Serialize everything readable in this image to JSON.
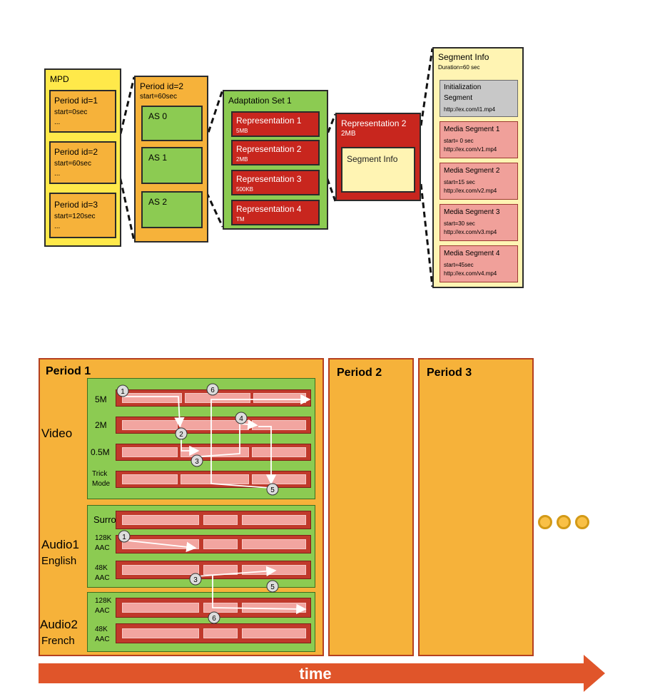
{
  "mpd": {
    "title": "MPD",
    "periods": [
      {
        "label": "Period id=1",
        "start": "start=0sec",
        "more": "..."
      },
      {
        "label": "Period id=2",
        "start": "start=60sec",
        "more": "..."
      },
      {
        "label": "Period id=3",
        "start": "start=120sec",
        "more": "..."
      }
    ]
  },
  "period_detail": {
    "title": "Period id=2",
    "start": "start=60sec",
    "sets": [
      "AS 0",
      "AS 1",
      "AS 2"
    ]
  },
  "adaptation_set": {
    "title": "Adaptation Set 1",
    "representations": [
      {
        "label": "Representation 1",
        "size": "5MB"
      },
      {
        "label": "Representation 2",
        "size": "2MB"
      },
      {
        "label": "Representation 3",
        "size": "500KB"
      },
      {
        "label": "Representation 4",
        "size": "TM"
      }
    ]
  },
  "representation_detail": {
    "title": "Representation 2",
    "size": "2MB",
    "segment_info": "Segment Info"
  },
  "segment_info": {
    "title": "Segment Info",
    "duration": "Duration=60 sec",
    "init": {
      "label1": "Initialization",
      "label2": "Segment",
      "url": "http://ex.com/i1.mp4"
    },
    "media": [
      {
        "label": "Media Segment 1",
        "start": "start= 0 sec",
        "url": "http://ex.com/v1.mp4"
      },
      {
        "label": "Media Segment 2",
        "start": "start=15 sec",
        "url": "http://ex.com/v2.mp4"
      },
      {
        "label": "Media Segment 3",
        "start": "start=30 sec",
        "url": "http://ex.com/v3.mp4"
      },
      {
        "label": "Media Segment 4",
        "start": "start=45sec",
        "url": "http://ex.com/v4.mp4"
      }
    ]
  },
  "timeline": {
    "periods": [
      "Period 1",
      "Period 2",
      "Period 3"
    ],
    "groups": {
      "video": "Video",
      "audio1": [
        "Audio1",
        "English"
      ],
      "audio2": [
        "Audio2",
        "French"
      ]
    },
    "tracks": {
      "v5m": "5M",
      "v2m": "2M",
      "v05m": "0.5M",
      "trick": [
        "Trick",
        "Mode"
      ],
      "surround": "Surround",
      "a1_128": [
        "128K",
        "AAC"
      ],
      "a1_48": [
        "48K",
        "AAC"
      ],
      "a2_128": [
        "128K",
        "AAC"
      ],
      "a2_48": [
        "48K",
        "AAC"
      ]
    },
    "markers": [
      "1",
      "2",
      "3",
      "4",
      "5",
      "6",
      "1",
      "3",
      "5",
      "6"
    ],
    "arrow_label": "time"
  }
}
